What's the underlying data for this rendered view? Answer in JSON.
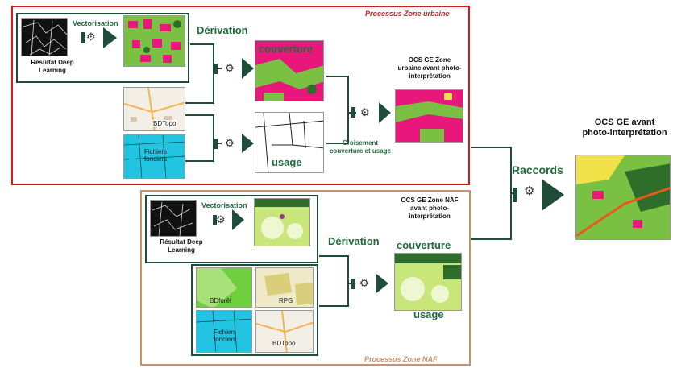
{
  "urbain": {
    "process_title": "Processus Zone urbaine",
    "vectorisation": "Vectorisation",
    "deep_learning": "Résultat Deep Learning",
    "derivation": "Dérivation",
    "couverture": "couverture",
    "usage": "usage",
    "bdtopo": "BDTopo",
    "fichiers": "Fichiers fonciers",
    "croisement": "Croisement couverture et usage",
    "ocs_title": "OCS GE Zone urbaine avant photo-interprétation"
  },
  "naf": {
    "process_title": "Processus Zone NAF",
    "vectorisation": "Vectorisation",
    "deep_learning": "Résultat Deep Learning",
    "derivation": "Dérivation",
    "ocs_title": "OCS GE Zone NAF avant photo-interprétation",
    "couverture": "couverture",
    "usage": "usage",
    "bdforet": "BDforêt",
    "rpg": "RPG",
    "fichiers": "Fichiers fonciers",
    "bdtopo": "BDTopo"
  },
  "raccords": "Raccords",
  "final_title": "OCS GE avant photo-interprétation",
  "colors": {
    "frame_urbain": "#d21c1c",
    "frame_naf": "#c9926a",
    "arrow": "#1f4d3a",
    "label_green": "#1f6b3c"
  },
  "icons": [
    "gear-icon",
    "arrow-right-icon"
  ]
}
